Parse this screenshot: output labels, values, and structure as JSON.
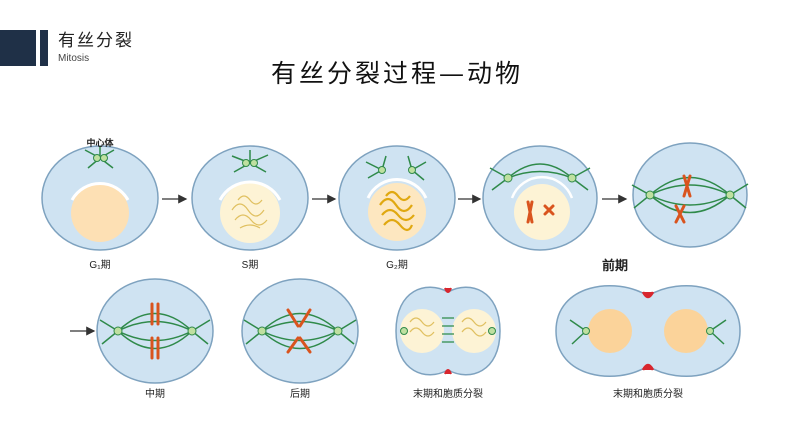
{
  "header": {
    "title": "有丝分裂",
    "subtitle": "Mitosis"
  },
  "title": "有丝分裂过程—动物",
  "centrosome_label": "中心体",
  "stage_labels": {
    "g1": "G₁期",
    "s": "S期",
    "g2": "G₂期",
    "prophase": "前期",
    "metaphase": "中期",
    "anaphase": "后期",
    "telophase_early": "末期和胞质分裂",
    "telophase_late": "末期和胞质分裂"
  },
  "colors": {
    "cytoplasm": "#cfe3f2",
    "membrane": "#7ea2bf",
    "nucleus_fill": "#fde7c0",
    "chromosome": "#d9541e",
    "spindle": "#2f8a4a",
    "cleavage": "#d8262e",
    "header_bar": "#1f3047"
  }
}
